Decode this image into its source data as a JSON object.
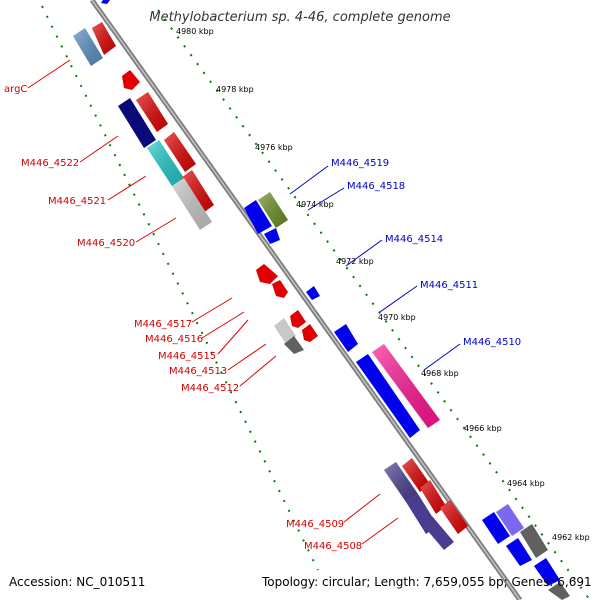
{
  "title": "Methylobacterium sp. 4-46, complete genome",
  "footer": {
    "accession": "Accession: NC_010511",
    "topology": "Topology: circular; Length: 7,659,055 bp; Genes: 6,691"
  },
  "ticks": [
    "4980 kbp",
    "4978 kbp",
    "4976 kbp",
    "4974 kbp",
    "4972 kbp",
    "4970 kbp",
    "4968 kbp",
    "4966 kbp",
    "4964 kbp",
    "4962 kbp"
  ],
  "left_labels": [
    "argC",
    "M446_4522",
    "M446_4521",
    "M446_4520",
    "M446_4517",
    "M446_4516",
    "M446_4515",
    "M446_4513",
    "M446_4512",
    "M446_4509",
    "M446_4508"
  ],
  "right_labels": [
    "M446_4519",
    "M446_4518",
    "M446_4514",
    "M446_4511",
    "M446_4510"
  ],
  "colors": {
    "backbone": "#808080",
    "guide": "#008000",
    "forward": "#e00000",
    "reverse": "#0000ee",
    "leader_left": "#e00000",
    "leader_right": "#0000cc"
  }
}
